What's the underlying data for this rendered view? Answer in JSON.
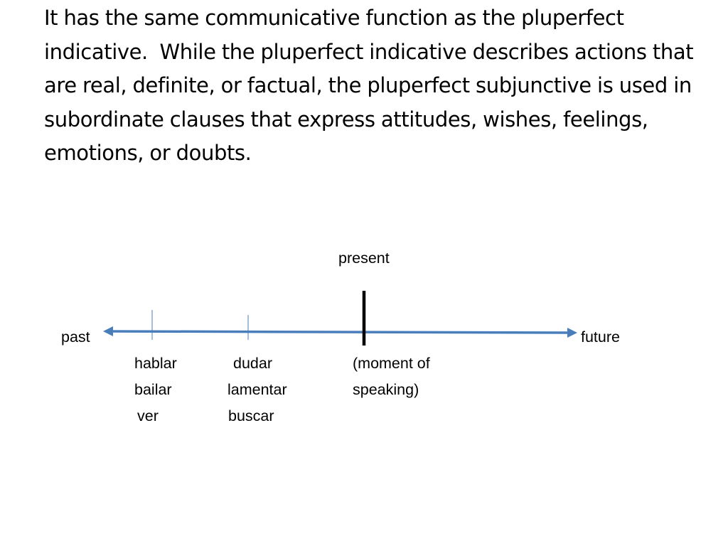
{
  "paragraph": "It has the same communicative function as the pluperfect indicative.  While the pluperfect indicative describes actions that are real, definite, or factual, the pluperfect subjunctive is used in subordinate clauses that express attitudes, wishes, feelings, emotions, or doubts.",
  "timeline": {
    "present_label": "present",
    "past_label": "past",
    "future_label": "future",
    "moment_line1": "(moment of",
    "moment_line2": "speaking)",
    "column1": [
      "hablar",
      "bailar",
      "ver"
    ],
    "column2": [
      "dudar",
      "lamentar",
      "buscar"
    ],
    "arrow_color": "#4a7ebb",
    "tick_color": "#4a7ebb",
    "present_mark_color": "#000000"
  }
}
